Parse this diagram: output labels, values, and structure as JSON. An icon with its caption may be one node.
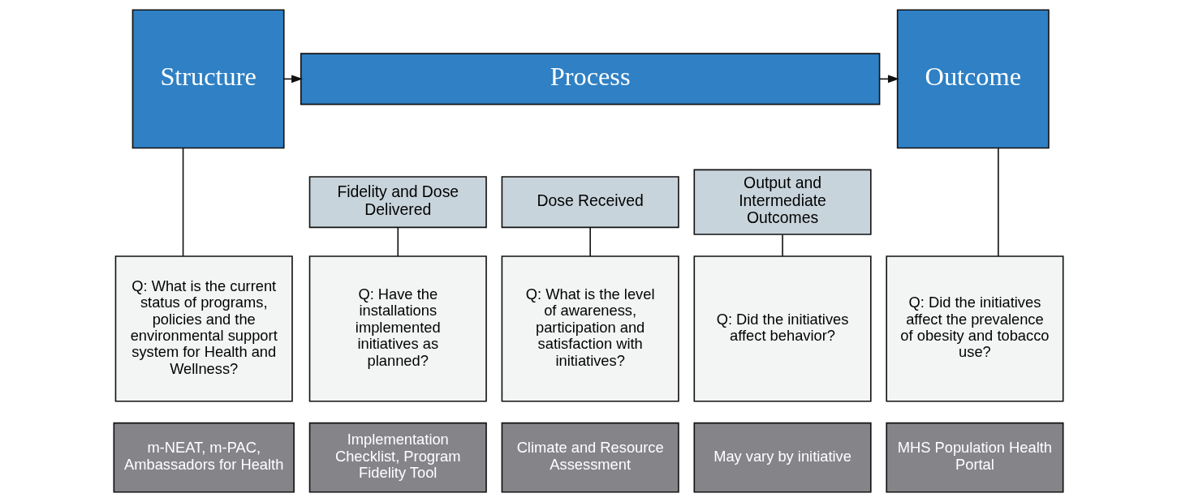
{
  "diagram": {
    "nodes": [
      {
        "text": [
          "Structure"
        ]
      },
      {
        "text": [
          "Process"
        ]
      },
      {
        "text": [
          "Outcome"
        ]
      },
      {
        "text": [
          "Fidelity and Dose Delivered"
        ]
      },
      {
        "text": [
          "Dose Received"
        ]
      },
      {
        "text": [
          "Output and Intermediate Outcomes"
        ]
      },
      {
        "text": [
          "Q: What is the current status of programs, policies and the environmental support system for Health and Wellness?"
        ]
      },
      {
        "text": [
          "Q: Have the installations implemented initiatives as planned?"
        ]
      },
      {
        "text": [
          "Q: What is the level of awareness, participation and satisfaction with initiatives?"
        ]
      },
      {
        "text": [
          "Q: Did the initiatives affect behavior?"
        ]
      },
      {
        "text": [
          "Q: Did the initiatives affect the prevalence of obesity and tobacco use?"
        ]
      },
      {
        "text": [
          "m-NEAT, m-PAC, Ambassadors for Health"
        ]
      },
      {
        "text": [
          "Implementation Checklist, Program Fidelity Tool"
        ]
      },
      {
        "text": [
          "Climate and Resource Assessment"
        ]
      },
      {
        "text": [
          "May vary by initiative"
        ]
      },
      {
        "text": [
          "MHS Population Health Portal"
        ]
      }
    ],
    "edges": [
      {
        "from": 0,
        "to": 1,
        "arrow": "to"
      },
      {
        "from": 1,
        "to": 2,
        "arrow": "to"
      },
      {
        "from": 0,
        "to": 6,
        "arrow": "none"
      },
      {
        "from": 3,
        "to": 7,
        "arrow": "none"
      },
      {
        "from": 4,
        "to": 8,
        "arrow": "none"
      },
      {
        "from": 5,
        "to": 9,
        "arrow": "none"
      },
      {
        "from": 2,
        "to": 10,
        "arrow": "none"
      }
    ]
  }
}
